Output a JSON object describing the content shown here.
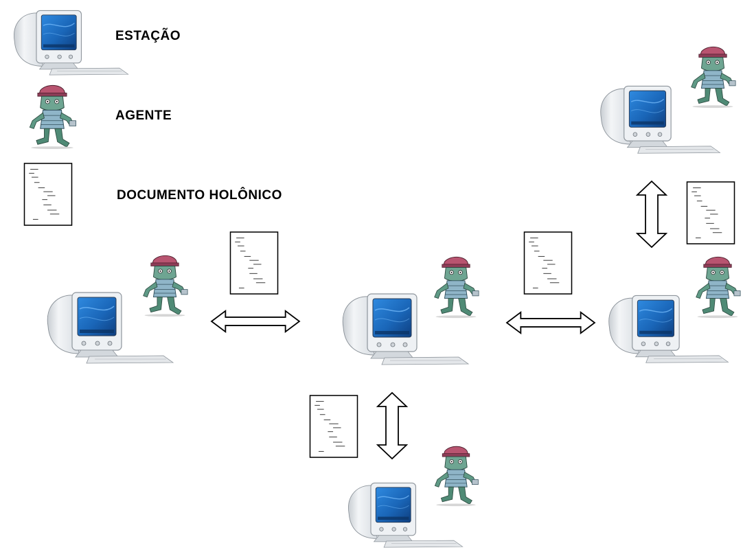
{
  "legend": {
    "station_label": "ESTAÇÃO",
    "agent_label": "AGENTE",
    "document_label": "DOCUMENTO HOLÔNICO"
  },
  "icons": {
    "station": "computer-icon",
    "agent": "agent-robot-icon",
    "document": "document-icon",
    "link": "double-arrow-icon"
  },
  "colors": {
    "monitor_shell": "#e9ecef",
    "screen": "#1c6fc4",
    "agent_body": "#5f9a86",
    "agent_hat": "#b85470",
    "line": "#000000"
  }
}
